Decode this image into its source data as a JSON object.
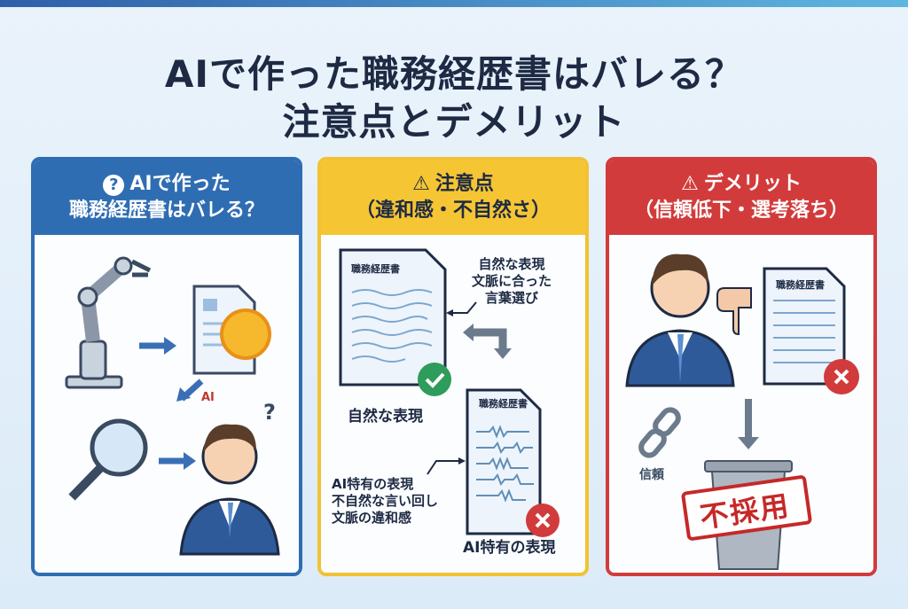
{
  "title": {
    "line1": "AIで作った職務経歴書はバレる？",
    "line2": "注意点とデメリット"
  },
  "panels": [
    {
      "heading1": "AIで作った",
      "heading2": "職務経歴書はバレる？",
      "icon": "question-icon",
      "badge": "AI",
      "question_mark": "?",
      "color": "#2f6db3"
    },
    {
      "heading1": "注意点",
      "heading2": "（違和感・不自然さ）",
      "icon": "warning-icon",
      "color": "#f5c533",
      "doc_title": "職務経歴書",
      "good_note": [
        "自然な表現",
        "文脈に合った",
        "言葉選び"
      ],
      "good_label": "自然な表現",
      "bad_note": [
        "AI特有の表現",
        "不自然な言い回し",
        "文脈の違和感"
      ],
      "bad_label": "AI特有の表現"
    },
    {
      "heading1": "デメリット",
      "heading2": "（信頼低下・選考落ち）",
      "icon": "warning-icon",
      "color": "#d23b3b",
      "doc_title": "職務経歴書",
      "trust_label": "信頼",
      "stamp": "不採用"
    }
  ]
}
